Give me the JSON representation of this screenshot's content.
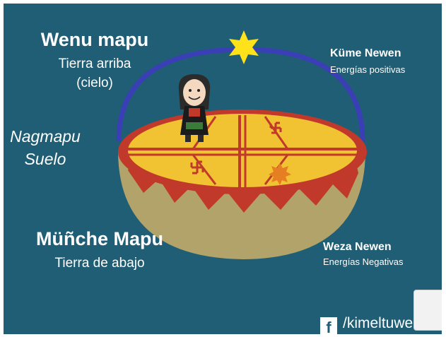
{
  "labels": {
    "wenu_title": "Wenu mapu",
    "wenu_sub1": "Tierra arriba",
    "wenu_sub2": "(cielo)",
    "nagmapu1": "Nagmapu",
    "nagmapu2": "Suelo",
    "munche_title": "Müñche Mapu",
    "munche_sub": "Tierra de abajo",
    "kume_title": "Küme Newen",
    "kume_sub": "Energías positivas",
    "weza_title": "Weza Newen",
    "weza_sub": "Energías Negativas"
  },
  "footer": {
    "fb_icon": "f",
    "handle": "/kimeltuwe"
  },
  "colors": {
    "background": "#1f5e74",
    "sky_arc": "#3b3fb5",
    "star": "#ffe21a",
    "plate": "#f1c232",
    "plate_rim": "#c0392b",
    "bowl": "#b1a36a",
    "triangles": "#c0392b"
  },
  "icons": [
    "sun-star-icon",
    "person-figure",
    "swastika-symbol-icon",
    "eight-point-star-icon",
    "facebook-icon"
  ]
}
